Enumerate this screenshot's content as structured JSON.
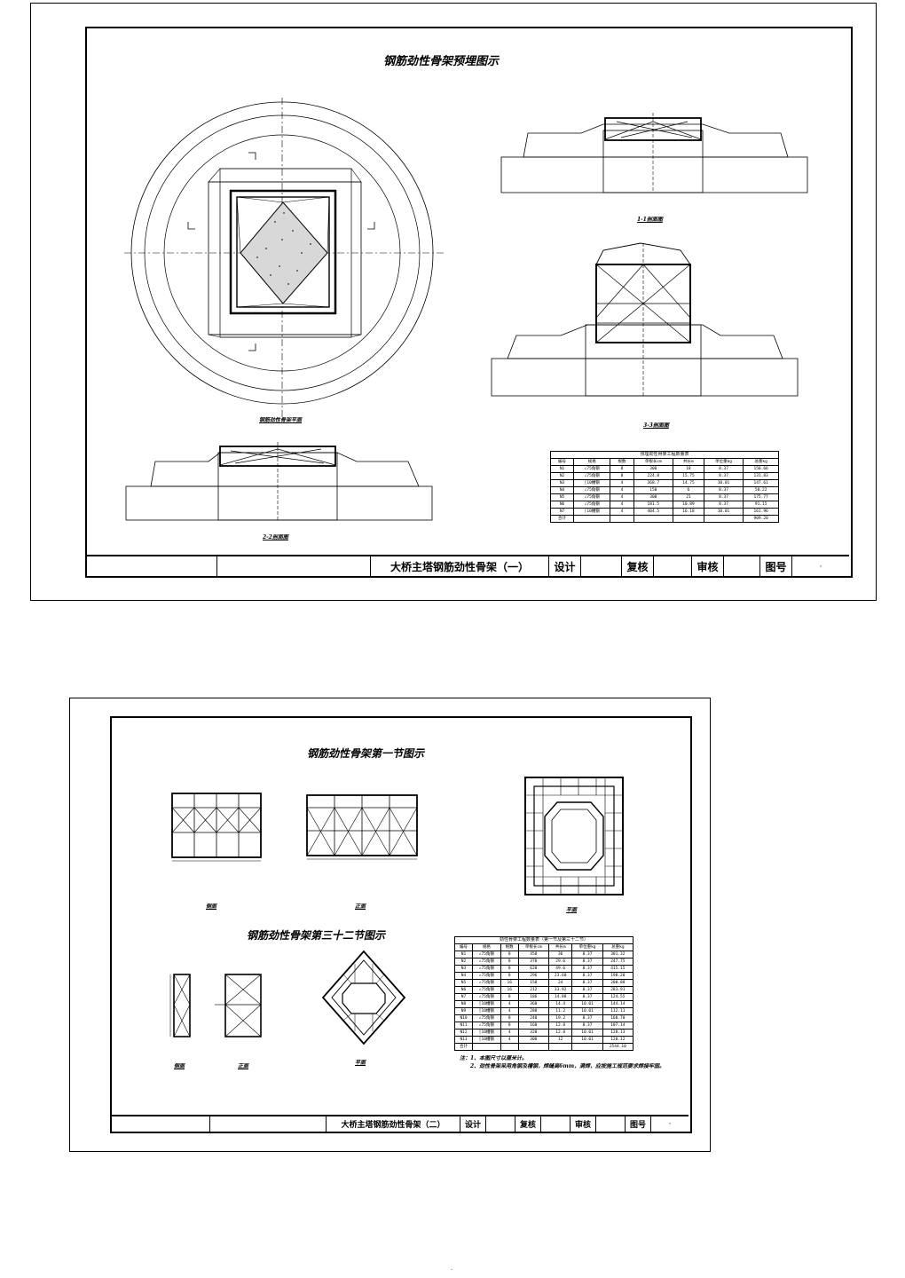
{
  "sheet1": {
    "title": "钢筋劲性骨架预埋图示",
    "title_block": {
      "name": "大桥主塔钢筋劲性骨架（一）",
      "design": "设计",
      "review": "复核",
      "approve": "审核",
      "drawing_no": "图号",
      "page_mark": "·"
    },
    "captions": {
      "plan": "钢筋劲性骨架平面",
      "sec11": "1-1剖面图",
      "sec22": "2-2剖面图",
      "sec33": "3-3剖面图"
    },
    "table": {
      "caption": "预埋劲性骨架工程数量表",
      "headers": [
        "编号",
        "规格",
        "根数",
        "单根长cm",
        "共长m",
        "单位重kg",
        "总重kg"
      ],
      "rows": [
        [
          "N1",
          "∠75角钢",
          "8",
          "300",
          "18",
          "8.37",
          "150.66"
        ],
        [
          "N2",
          "∠75角钢",
          "8",
          "224.8",
          "15.75",
          "8.37",
          "131.83"
        ],
        [
          "N3",
          "[10槽钢",
          "4",
          "368.7",
          "14.75",
          "10.01",
          "147.61"
        ],
        [
          "N4",
          "∠75角钢",
          "4",
          "150",
          "6",
          "8.37",
          "50.22"
        ],
        [
          "N5",
          "∠75角钢",
          "4",
          "300",
          "21",
          "8.37",
          "175.77"
        ],
        [
          "N6",
          "∠75角钢",
          "4",
          "181.5",
          "10.89",
          "8.37",
          "91.15"
        ],
        [
          "N7",
          "[10槽钢",
          "4",
          "404.5",
          "16.18",
          "10.01",
          "161.96"
        ],
        [
          "合计",
          "",
          "",
          "",
          "",
          "",
          "909.20"
        ]
      ]
    }
  },
  "sheet2": {
    "title_a": "钢筋劲性骨架第一节图示",
    "title_b": "钢筋劲性骨架第三十二节图示",
    "title_block": {
      "name": "大桥主塔钢筋劲性骨架（二）",
      "design": "设计",
      "review": "复核",
      "approve": "审核",
      "drawing_no": "图号",
      "page_mark": "·"
    },
    "captions": {
      "a1": "侧面",
      "a2": "正面",
      "a3": "平面",
      "b1": "侧面",
      "b2": "正面",
      "b3": "平面"
    },
    "notes": [
      "注：1、本图尺寸以厘米计。",
      "2、劲性骨架采用角钢及槽钢，焊缝高6mm，满焊，应按施工规范要求焊接牢固。"
    ],
    "table": {
      "caption": "劲性骨架工程数量表（第一节及第三十二节）",
      "headers": [
        "编号",
        "规格",
        "根数",
        "单根长cm",
        "共长m",
        "单位重kg",
        "总重kg"
      ],
      "rows": [
        [
          "N1",
          "∠75角钢",
          "8",
          "450",
          "36",
          "8.37",
          "301.32"
        ],
        [
          "N2",
          "∠75角钢",
          "8",
          "370",
          "29.6",
          "8.37",
          "247.75"
        ],
        [
          "N3",
          "∠75角钢",
          "8",
          "620",
          "49.6",
          "8.37",
          "415.15"
        ],
        [
          "N4",
          "∠75角钢",
          "8",
          "296",
          "23.68",
          "8.37",
          "198.20"
        ],
        [
          "N5",
          "∠75角钢",
          "16",
          "150",
          "24",
          "8.37",
          "200.88"
        ],
        [
          "N6",
          "∠75角钢",
          "16",
          "212",
          "33.92",
          "8.37",
          "283.91"
        ],
        [
          "N7",
          "∠75角钢",
          "8",
          "186",
          "14.88",
          "8.37",
          "124.55"
        ],
        [
          "N8",
          "[10槽钢",
          "4",
          "360",
          "14.4",
          "10.01",
          "144.14"
        ],
        [
          "N9",
          "[10槽钢",
          "4",
          "280",
          "11.2",
          "10.01",
          "112.11"
        ],
        [
          "N10",
          "∠75角钢",
          "8",
          "240",
          "19.2",
          "8.37",
          "160.70"
        ],
        [
          "N11",
          "∠75角钢",
          "8",
          "160",
          "12.8",
          "8.37",
          "107.14"
        ],
        [
          "N12",
          "[10槽钢",
          "4",
          "320",
          "12.8",
          "10.01",
          "128.13"
        ],
        [
          "N13",
          "[10槽钢",
          "4",
          "300",
          "12",
          "10.01",
          "120.12"
        ],
        [
          "合计",
          "",
          "",
          "",
          "",
          "",
          "2544.10"
        ]
      ]
    }
  },
  "footer_mark": "·"
}
